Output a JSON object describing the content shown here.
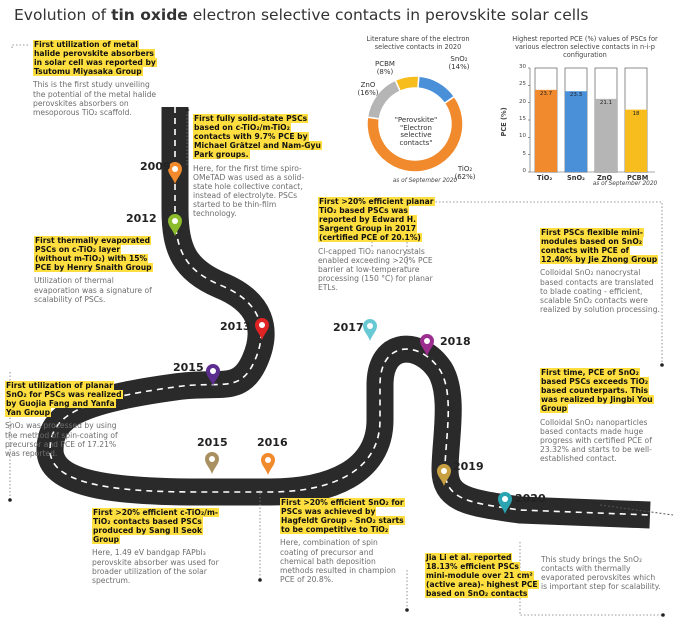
{
  "title": {
    "pre": "Evolution of ",
    "bold": "tin oxide",
    "post": " electron selective contacts in perovskite solar cells"
  },
  "years": [
    "2009",
    "2012",
    "2013",
    "2015",
    "2015",
    "2016",
    "2017",
    "2018",
    "2019",
    "2020"
  ],
  "timeline": {
    "e2009": {
      "head": "First utilization of metal halide perovskite absorbers in solar cell was reported by Tsutomu Miyasaka Group",
      "body": "This is the first study unveiling the potential of the metal halide perovskites absorbers on mesoporous TiO₂ scaffold."
    },
    "e2012a": {
      "head": "First fully solid-state PSCs based on c-TiO₂/m-TiO₂ contacts with 9.7% PCE by Michael Grätzel and Nam-Gyu Park groups.",
      "body": "Here, for the first time spiro-OMeTAD was used as a solid-state hole collective contact, instead of electrolyte. PSCs started to be thin-film technology."
    },
    "e2013": {
      "head": "First thermally evaporated PSCs on c-TiO₂ layer (without m-TiO₂) with 15% PCE by Henry Snaith Group",
      "body": "Utilization of thermal evaporation was a signature of scalability of PSCs."
    },
    "e2017": {
      "head": "First >20% efficient planar TiO₂ based PSCs was reported by Edward H. Sargent Group in 2017 (certified PCE of 20.1%)",
      "body": "Cl-capped TiO₂ nanocrystals enabled exceeding >20% PCE barrier at low-temperature processing (150 °C) for planar ETLs."
    },
    "e2018": {
      "head": "First PSCs flexible mini-modules based on SnO₂ contacts with PCE of 12.40% by Jie Zhong Group",
      "body": "Colloidal SnO₂ nanocrystal based contacts are translated to blade coating - efficient, scalable SnO₂ contacts were realized by solution processing."
    },
    "e2015": {
      "head": "First utilization of planar SnO₂ for PSCs was realized by Guojia Fang and Yanfa Yan Group",
      "body": "SnO₂ was processed by using the method of spin-coating of precursor and PCE of 17.21% was reported."
    },
    "e2019": {
      "head": "First time, PCE of SnO₂ based PSCs exceeds TiO₂ based counterparts. This was realized by Jingbi You Group",
      "body": "Colloidal SnO₂ nanoparticles based contacts made huge progress with certified PCE of 23.32% and starts to be well-established contact."
    },
    "e2015b": {
      "head": "First >20% efficient c-TiO₂/m-TiO₂ contacts based PSCs produced by Sang Il Seok Group",
      "body": "Here, 1.49 eV bandgap FAPbI₃ perovskite absorber was used for broader utilization of the solar spectrum."
    },
    "e2016": {
      "head": "First >20% efficient SnO₂ for PSCs was achieved by Hagfeldt Group - SnO₂ starts to be competitive to TiO₂",
      "body": "Here, combination of spin coating of precursor and chemical bath deposition methods resulted in champion PCE of 20.8%."
    },
    "e2020": {
      "head": "Jia Li et al. reported 18.13% efficient PSCs mini-module over 21 cm² (active area)- highest PCE based on SnO₂ contacts",
      "body": "This study brings the SnO₂ contacts with thermally evaporated perovskites which is important step for scalability."
    }
  },
  "colors": {
    "tio2": "#f08a2c",
    "sno2": "#4a90d9",
    "zno": "#b5b5b5",
    "pcbm": "#f7bd1e",
    "highlight": "#ffdf40",
    "road": "#2a2a2a"
  },
  "pins": [
    "#f08a2c",
    "#8cbc2c",
    "#e02424",
    "#5b2d8e",
    "#a89060",
    "#f08a2c",
    "#68c8d4",
    "#9b2d8e",
    "#c8a040",
    "#2aa4b0"
  ],
  "chart_data": [
    {
      "type": "pie",
      "title": "Literature share of the electron selective contacts in 2020",
      "center_label": [
        "\"Perovskite\"",
        "\"Electron selective",
        "contacts\""
      ],
      "note": "as of September 2020",
      "slices": [
        {
          "label": "SnO₂",
          "pct_text": "(14%)",
          "value": 14
        },
        {
          "label": "TiO₂",
          "pct_text": "(62%)",
          "value": 62
        },
        {
          "label": "ZnO",
          "pct_text": "(16%)",
          "value": 16
        },
        {
          "label": "PCBM",
          "pct_text": "(8%)",
          "value": 8
        }
      ]
    },
    {
      "type": "bar",
      "title": "Highest reported PCE (%) values of PSCs for various electron selective contacts in n-i-p configuration",
      "ylabel": "PCE (%)",
      "ylim": [
        0,
        30
      ],
      "yticks": [
        "0",
        "5",
        "10",
        "15",
        "20",
        "25",
        "30"
      ],
      "categories": [
        "TiO₂",
        "SnO₂",
        "ZnO",
        "PCBM"
      ],
      "values": [
        23.7,
        23.3,
        21.1,
        18
      ],
      "value_labels": [
        "23.7",
        "23.3",
        "21.1",
        "18"
      ],
      "note": "as of September 2020"
    }
  ]
}
